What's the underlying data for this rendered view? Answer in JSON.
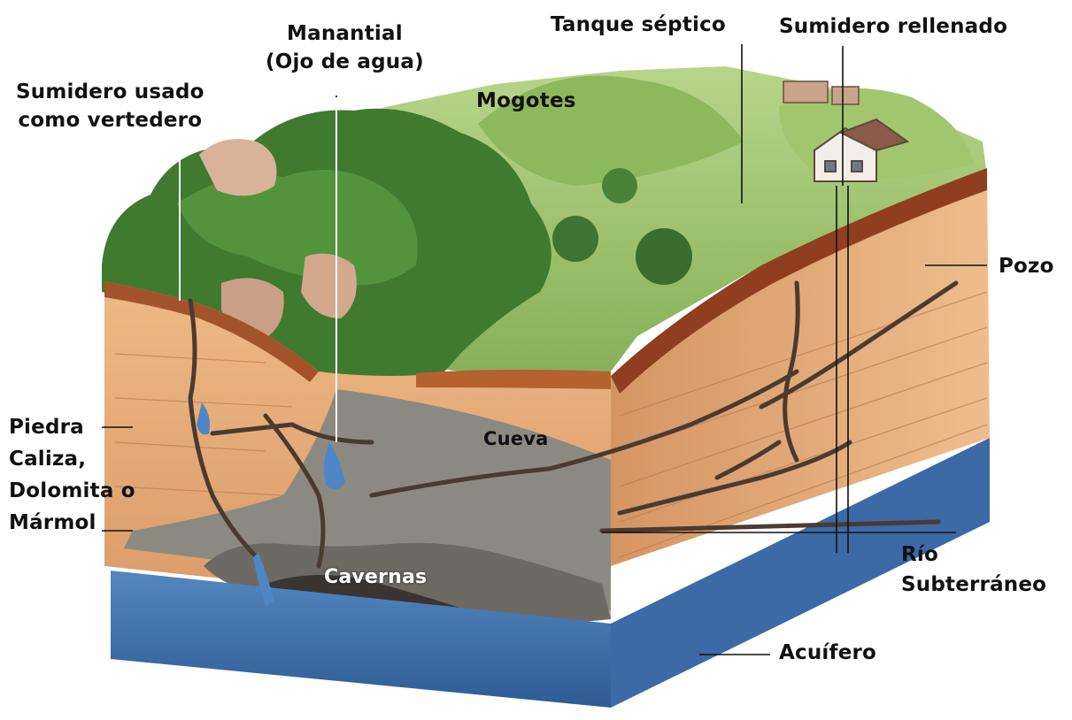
{
  "labels": {
    "manantial": {
      "line1": "Manantial",
      "line2": "(Ojo de agua)"
    },
    "tanque": "Tanque séptico",
    "sumidero_rellenado": "Sumidero rellenado",
    "sumidero_usado": {
      "line1": "Sumidero usado",
      "line2": "como  vertedero"
    },
    "mogotes": "Mogotes",
    "pozo": "Pozo",
    "piedra": {
      "line1": "Piedra",
      "line2": "Caliza,",
      "line3": "Dolomita o",
      "line4": "Mármol"
    },
    "cueva": "Cueva",
    "cavernas": "Cavernas",
    "rio": {
      "line1": "Río",
      "line2": "Subterráneo"
    },
    "acuifero": "Acuífero"
  },
  "colors": {
    "limestone": "#e7a873",
    "soil": "#9b4a26",
    "aquifer": "#3f6ea8",
    "vegetation": "#4d8a3a",
    "meadow": "#9cc06a",
    "cave_rock": "#8c8a80"
  }
}
